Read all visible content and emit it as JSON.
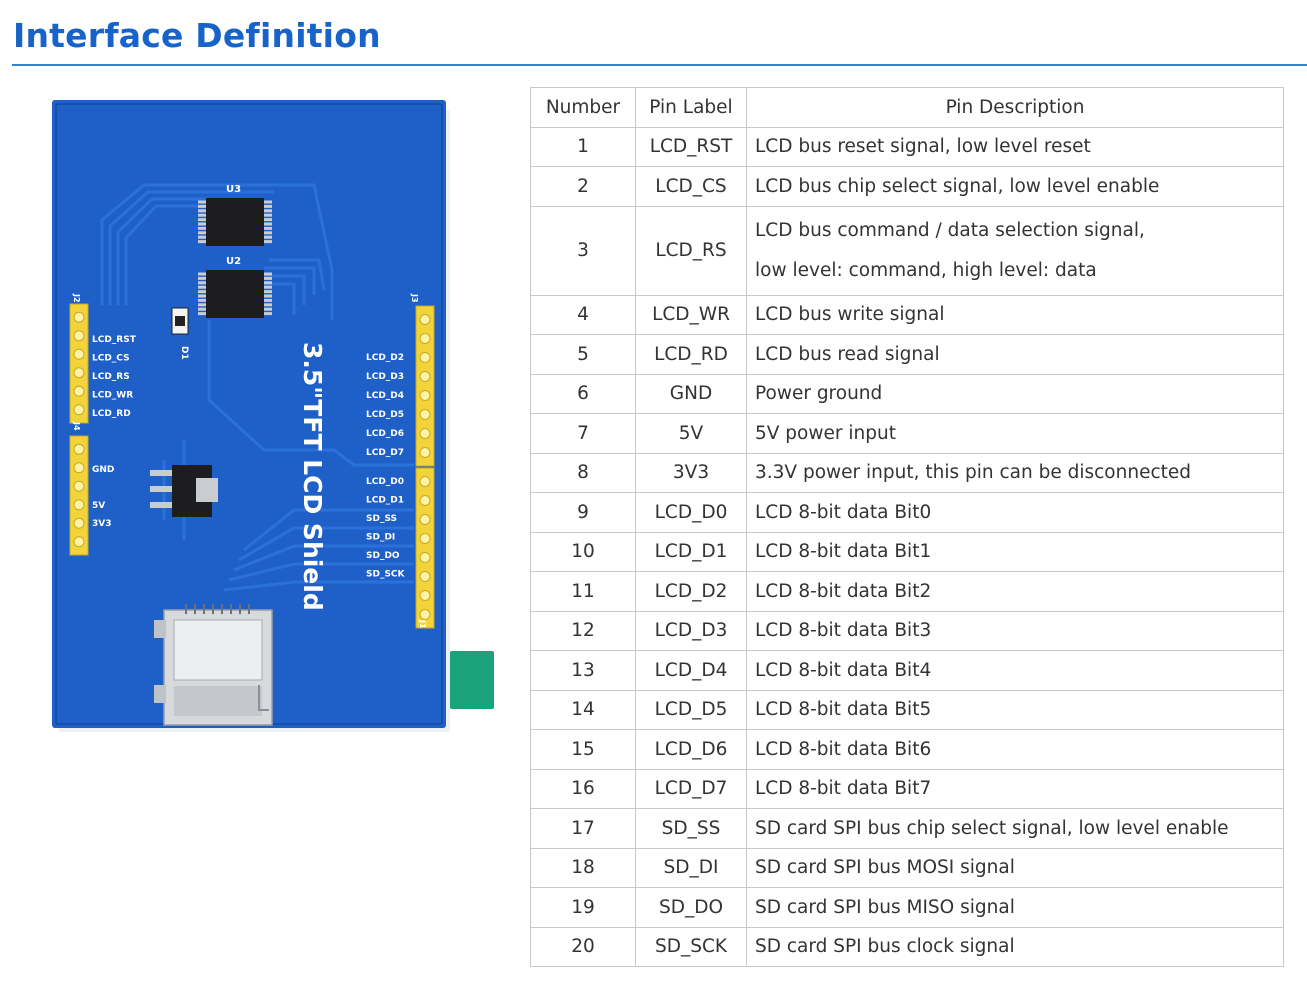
{
  "page": {
    "title": "Interface Definition"
  },
  "board": {
    "product_label": "3.5\"TFT LCD Shield",
    "chip_labels": [
      "U3",
      "U2",
      "D1"
    ],
    "header_labels": [
      "J2",
      "J4",
      "J3",
      "J1"
    ],
    "left_pins_top": [
      "LCD_RST",
      "LCD_CS",
      "LCD_RS",
      "LCD_WR",
      "LCD_RD"
    ],
    "left_pins_bottom": [
      "GND",
      "5V",
      "3V3"
    ],
    "right_pins_top": [
      "LCD_D2",
      "LCD_D3",
      "LCD_D4",
      "LCD_D5",
      "LCD_D6",
      "LCD_D7"
    ],
    "right_pins_bottom": [
      "LCD_D0",
      "LCD_D1",
      "SD_SS",
      "SD_DI",
      "SD_DO",
      "SD_SCK"
    ],
    "colors": {
      "pcb": "#1f5fc8",
      "pcb_edge": "#1449a6",
      "header": "#f2d33a",
      "silk": "#ffffff",
      "flex": "#1aa37a"
    }
  },
  "table": {
    "headers": {
      "number": "Number",
      "label": "Pin Label",
      "description": "Pin Description"
    },
    "rows": [
      {
        "number": "1",
        "label": "LCD_RST",
        "description": [
          "LCD bus reset signal, low level reset"
        ]
      },
      {
        "number": "2",
        "label": "LCD_CS",
        "description": [
          "LCD bus chip select signal, low level enable"
        ]
      },
      {
        "number": "3",
        "label": "LCD_RS",
        "description": [
          "LCD bus command / data selection signal,",
          "low level: command, high level: data"
        ]
      },
      {
        "number": "4",
        "label": "LCD_WR",
        "description": [
          "LCD bus write signal"
        ]
      },
      {
        "number": "5",
        "label": "LCD_RD",
        "description": [
          "LCD bus read signal"
        ]
      },
      {
        "number": "6",
        "label": "GND",
        "description": [
          "Power ground"
        ]
      },
      {
        "number": "7",
        "label": "5V",
        "description": [
          "5V power input"
        ]
      },
      {
        "number": "8",
        "label": "3V3",
        "description": [
          "3.3V power input, this pin can be disconnected"
        ]
      },
      {
        "number": "9",
        "label": "LCD_D0",
        "description": [
          "LCD 8-bit data Bit0"
        ]
      },
      {
        "number": "10",
        "label": "LCD_D1",
        "description": [
          "LCD 8-bit data Bit1"
        ]
      },
      {
        "number": "11",
        "label": "LCD_D2",
        "description": [
          "LCD 8-bit data Bit2"
        ]
      },
      {
        "number": "12",
        "label": "LCD_D3",
        "description": [
          "LCD 8-bit data Bit3"
        ]
      },
      {
        "number": "13",
        "label": "LCD_D4",
        "description": [
          "LCD 8-bit data Bit4"
        ]
      },
      {
        "number": "14",
        "label": "LCD_D5",
        "description": [
          "LCD 8-bit data Bit5"
        ]
      },
      {
        "number": "15",
        "label": "LCD_D6",
        "description": [
          "LCD 8-bit data Bit6"
        ]
      },
      {
        "number": "16",
        "label": "LCD_D7",
        "description": [
          "LCD 8-bit data Bit7"
        ]
      },
      {
        "number": "17",
        "label": "SD_SS",
        "description": [
          "SD card SPI bus chip select signal, low level enable"
        ]
      },
      {
        "number": "18",
        "label": "SD_DI",
        "description": [
          "SD card SPI bus MOSI signal"
        ]
      },
      {
        "number": "19",
        "label": "SD_DO",
        "description": [
          "SD card SPI bus MISO signal"
        ]
      },
      {
        "number": "20",
        "label": "SD_SCK",
        "description": [
          "SD card SPI bus clock signal"
        ]
      }
    ]
  }
}
